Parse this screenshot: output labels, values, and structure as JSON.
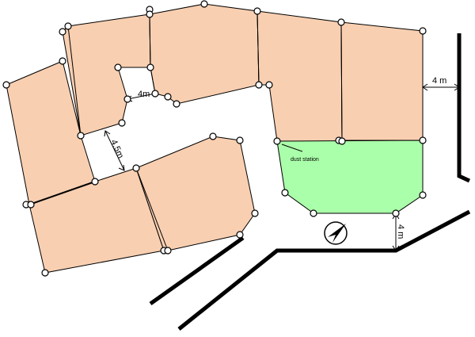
{
  "colors": {
    "lot_fill": "#f8cfb1",
    "station_fill": "#aaffaa",
    "line": "#000000",
    "vertex_fill": "#ffffff"
  },
  "labels": {
    "dust_station": "dust station",
    "dim_right_top": "4 m",
    "dim_inner_top": "4m",
    "dim_left_gap": "4.5m",
    "dim_bottom_right": "4 m"
  },
  "icons": {
    "compass": "north-arrow-icon"
  }
}
